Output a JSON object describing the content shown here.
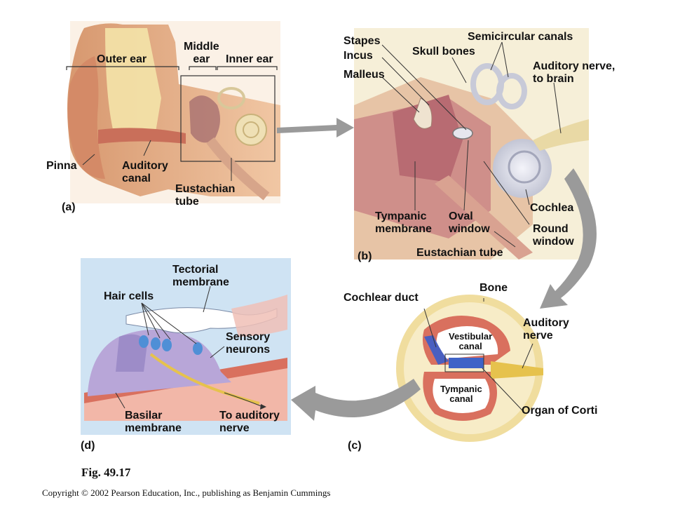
{
  "labels": {
    "outer_ear": "Outer ear",
    "middle_ear": "Middle\near",
    "inner_ear": "Inner ear",
    "pinna": "Pinna",
    "auditory_canal": "Auditory\ncanal",
    "eustachian_tube_a": "Eustachian\ntube",
    "panel_a": "(a)",
    "stapes": "Stapes",
    "incus": "Incus",
    "malleus": "Malleus",
    "skull_bones": "Skull bones",
    "semicircular_canals": "Semicircular canals",
    "auditory_nerve_brain": "Auditory nerve,\nto brain",
    "cochlea": "Cochlea",
    "tympanic_membrane": "Tympanic\nmembrane",
    "oval_window": "Oval\nwindow",
    "round_window": "Round\nwindow",
    "eustachian_tube_b": "Eustachian tube",
    "panel_b": "(b)",
    "tectorial_membrane": "Tectorial\nmembrane",
    "hair_cells": "Hair cells",
    "sensory_neurons": "Sensory\nneurons",
    "basilar_membrane": "Basilar\nmembrane",
    "to_auditory_nerve": "To auditory\nnerve",
    "panel_d": "(d)",
    "cochlear_duct": "Cochlear duct",
    "bone": "Bone",
    "auditory_nerve_c": "Auditory\nnerve",
    "vestibular_canal": "Vestibular\ncanal",
    "tympanic_canal": "Tympanic\ncanal",
    "organ_of_corti": "Organ of Corti",
    "panel_c": "(c)"
  },
  "figure_caption": "Fig. 49.17",
  "copyright": "Copyright © 2002 Pearson Education, Inc., publishing as Benjamin Cummings",
  "colors": {
    "skin": "#e8b48f",
    "bone": "#f3e6b8",
    "panel_d_bg": "#cfe3f3",
    "arrow": "#9a9a9a",
    "cochlea": "#dcdde8",
    "canal_red": "#d9705e"
  }
}
